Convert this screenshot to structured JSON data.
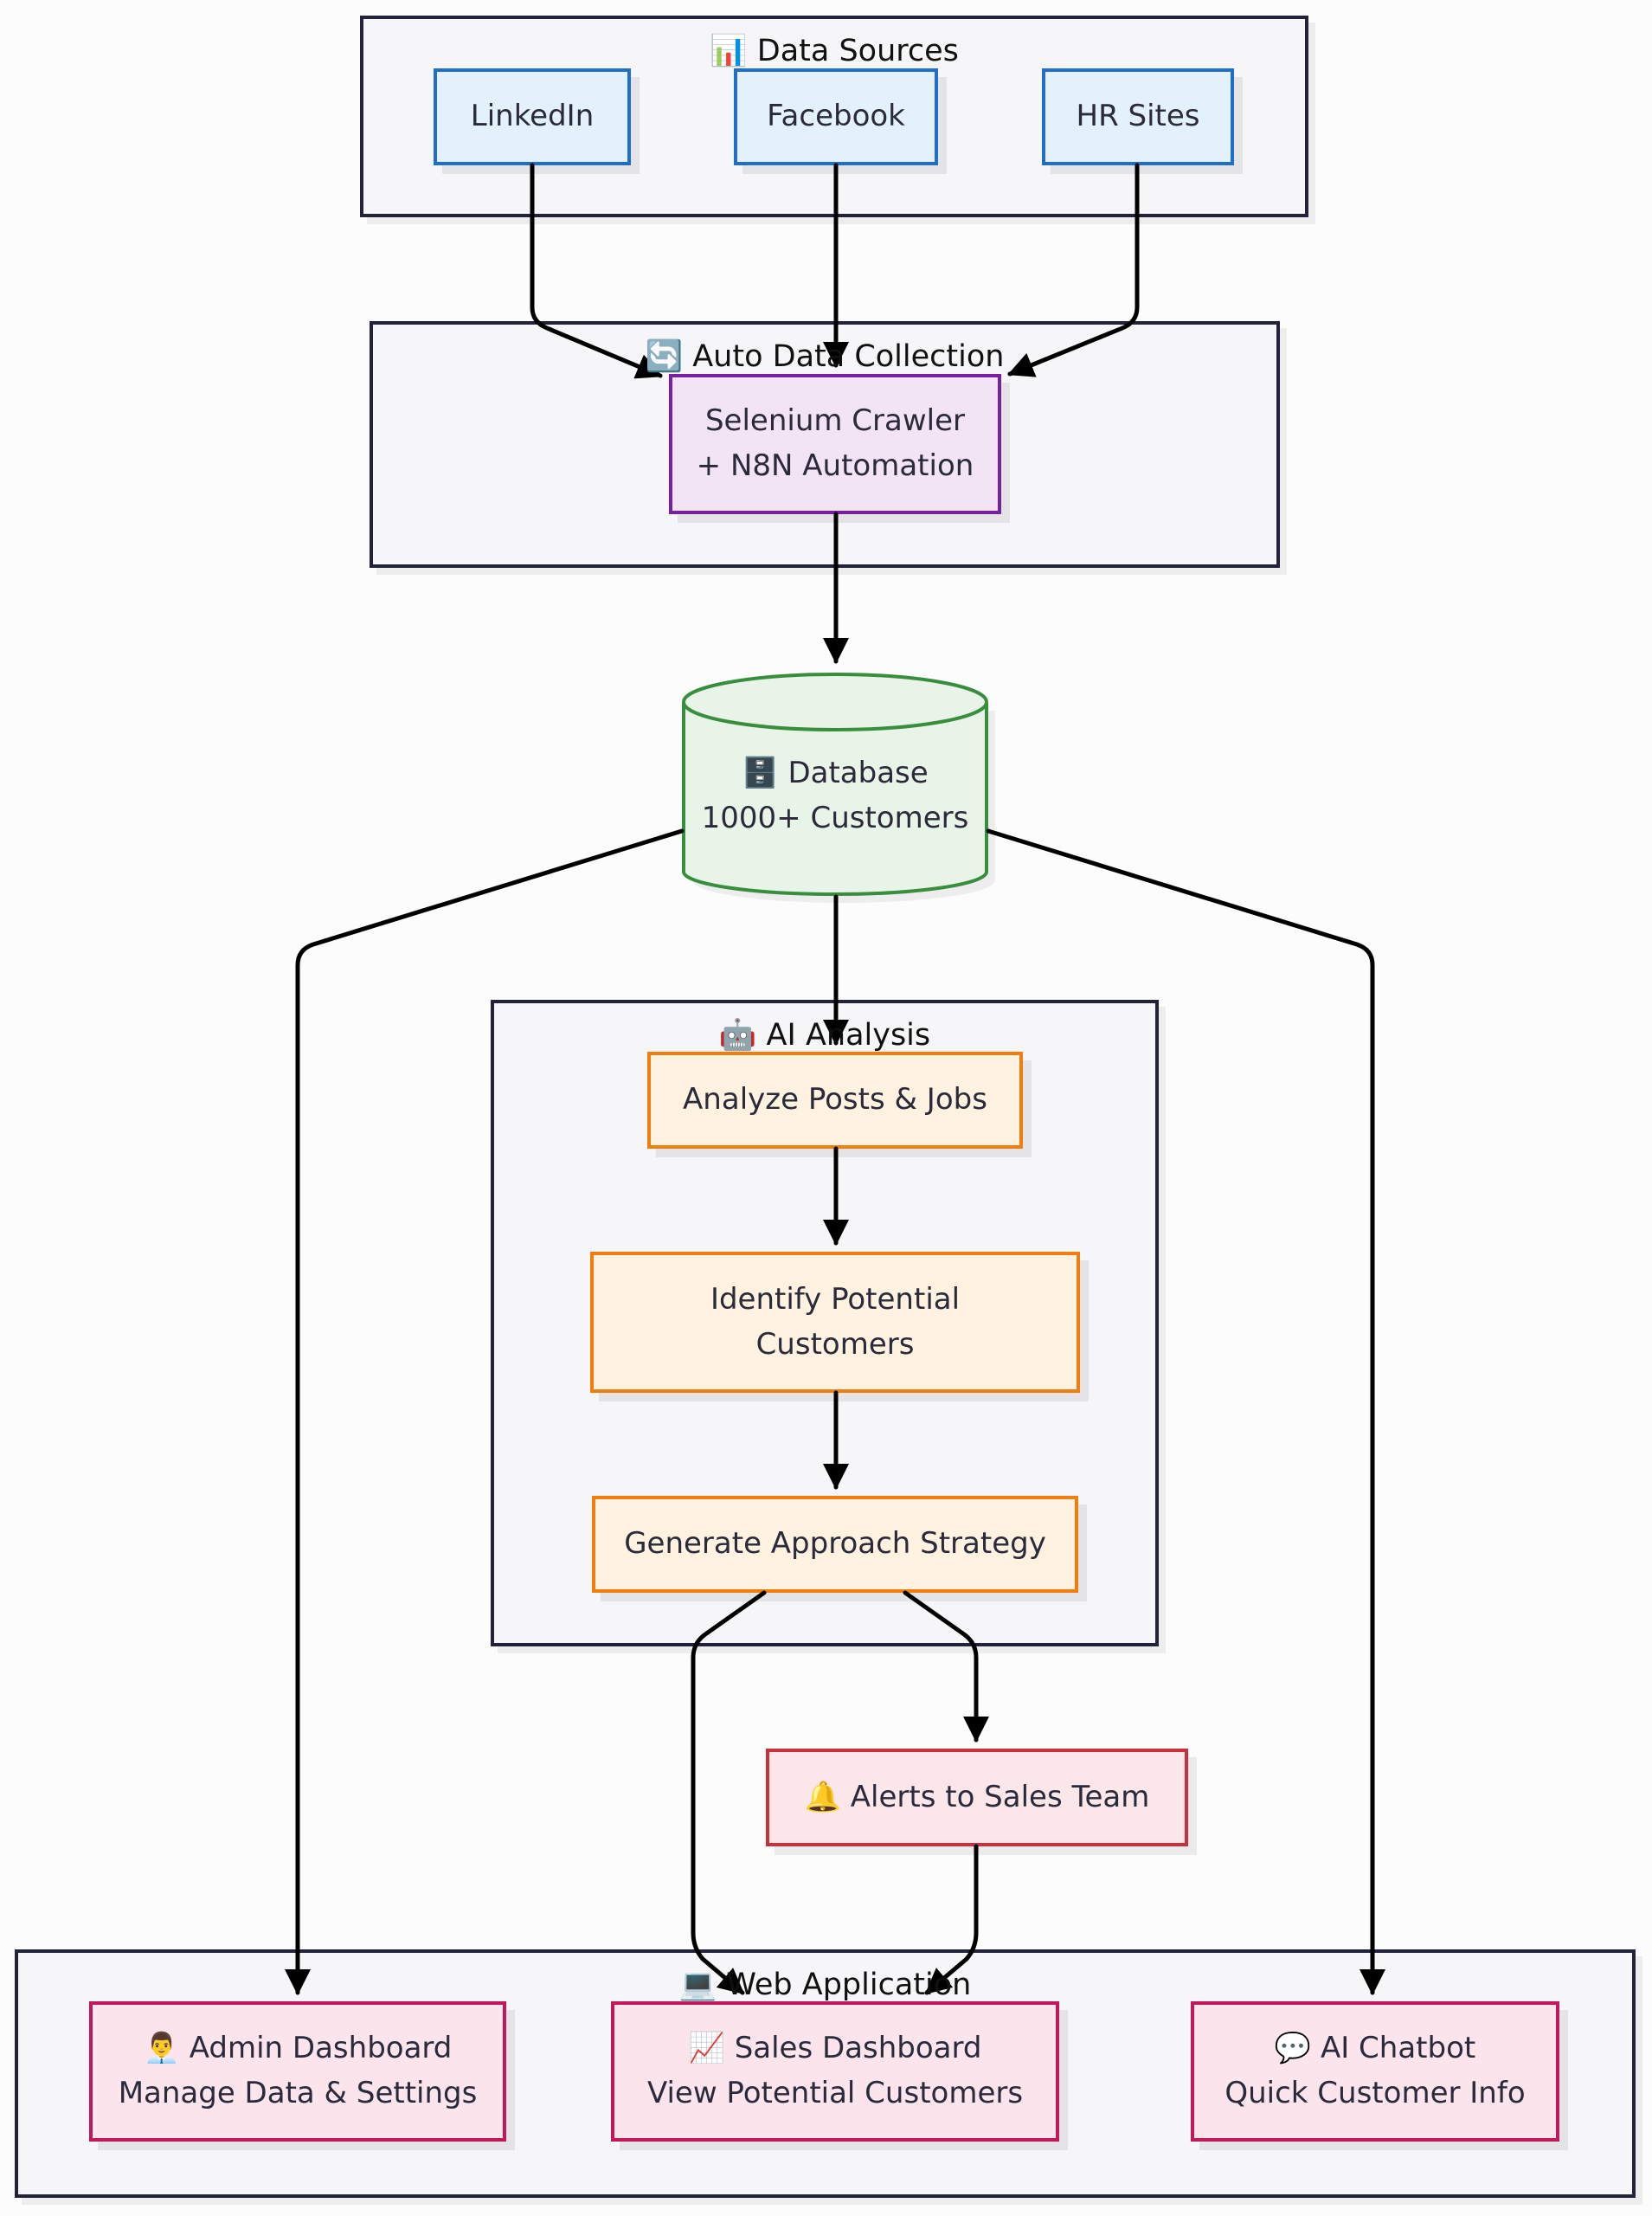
{
  "clusters": {
    "data_sources": "📊 Data Sources",
    "auto_collection": "🔄 Auto Data Collection",
    "ai_analysis": "🤖 AI Analysis",
    "web_app": "💻 Web Application"
  },
  "nodes": {
    "linkedin": "LinkedIn",
    "facebook": "Facebook",
    "hr_sites": "HR Sites",
    "crawler_line1": "Selenium Crawler",
    "crawler_line2": "+ N8N Automation",
    "db_line1": "🗄️ Database",
    "db_line2": "1000+ Customers",
    "analyze": "Analyze Posts & Jobs",
    "identify_line1": "Identify Potential",
    "identify_line2": "Customers",
    "generate": "Generate Approach Strategy",
    "alerts": "🔔 Alerts to Sales Team",
    "admin_line1": "👨‍💼 Admin Dashboard",
    "admin_line2": "Manage Data & Settings",
    "sales_line1": "📈 Sales Dashboard",
    "sales_line2": "View Potential Customers",
    "chatbot_line1": "💬 AI Chatbot",
    "chatbot_line2": "Quick Customer Info"
  },
  "colors": {
    "source": "#1f6fc8",
    "collection": "#7b1fa2",
    "database": "#388e3c",
    "analysis": "#f07d0c",
    "alert": "#c9303c",
    "webapp": "#c2185b"
  }
}
